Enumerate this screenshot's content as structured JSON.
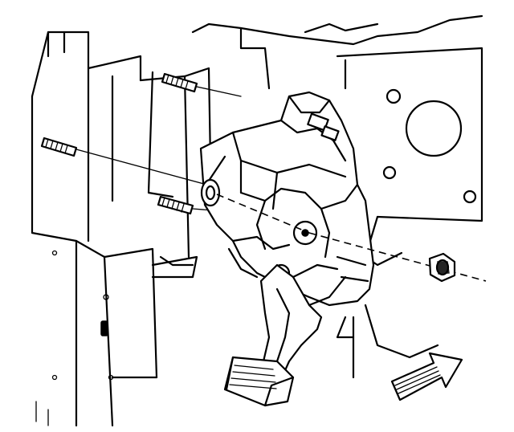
{
  "figure": {
    "parts": [
      "upper-left-stud",
      "left-stud",
      "lower-stud",
      "brake-pedal-bracket",
      "washer",
      "brake-pedal-arm",
      "pedal-pad",
      "mounting-nut",
      "forward-direction-arrow",
      "dash-panel",
      "firewall-plate"
    ],
    "line_color": "#000000",
    "background_color": "#ffffff"
  }
}
